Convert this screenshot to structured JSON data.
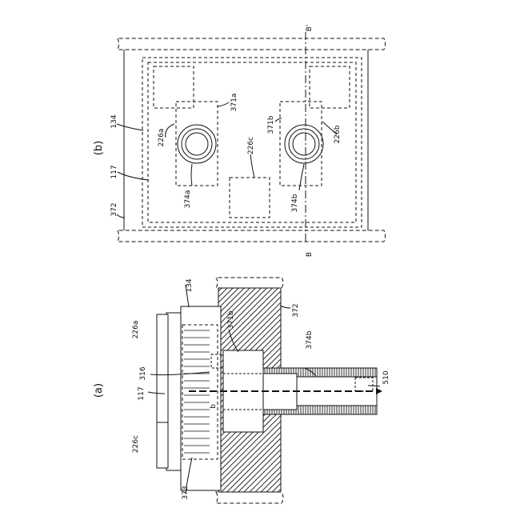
{
  "figure_b": {
    "caption": "(b)",
    "section_top": "B'",
    "section_bottom": "B",
    "labels": {
      "l372": "372",
      "l117": "117",
      "l134": "134",
      "l226a": "226a",
      "l371a": "371a",
      "l374a": "374a",
      "l226c": "226c",
      "l371b": "371b",
      "l374b": "374b",
      "l226b": "226b"
    }
  },
  "figure_a": {
    "caption": "(a)",
    "labels": {
      "l134": "134",
      "l226a": "226a",
      "l372": "372",
      "l371b": "371b",
      "l374b": "374b",
      "l316": "316",
      "l117": "117",
      "l226c": "226c",
      "lb": "b",
      "l373": "373",
      "l510": "510"
    }
  }
}
